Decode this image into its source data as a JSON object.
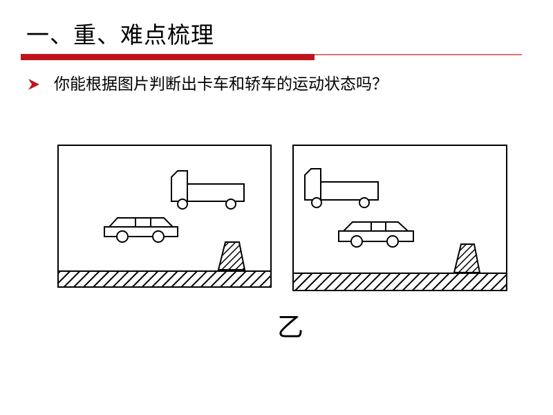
{
  "slide": {
    "title": "一、重、难点梳理",
    "question": "你能根据图片判断出卡车和轿车的运动状态吗？"
  },
  "figure": {
    "label": "乙",
    "panels": [
      {
        "name": "left",
        "objects": [
          "truck",
          "car",
          "roadside-marker",
          "hatched-ground"
        ]
      },
      {
        "name": "right",
        "objects": [
          "truck",
          "car",
          "roadside-marker",
          "hatched-ground"
        ]
      }
    ]
  },
  "colors": {
    "accent_red": "#c0141c",
    "rule_gray": "#b0b0b0",
    "ink": "#000000"
  },
  "icons": {
    "bullet": "arrowhead-bullet-icon"
  }
}
